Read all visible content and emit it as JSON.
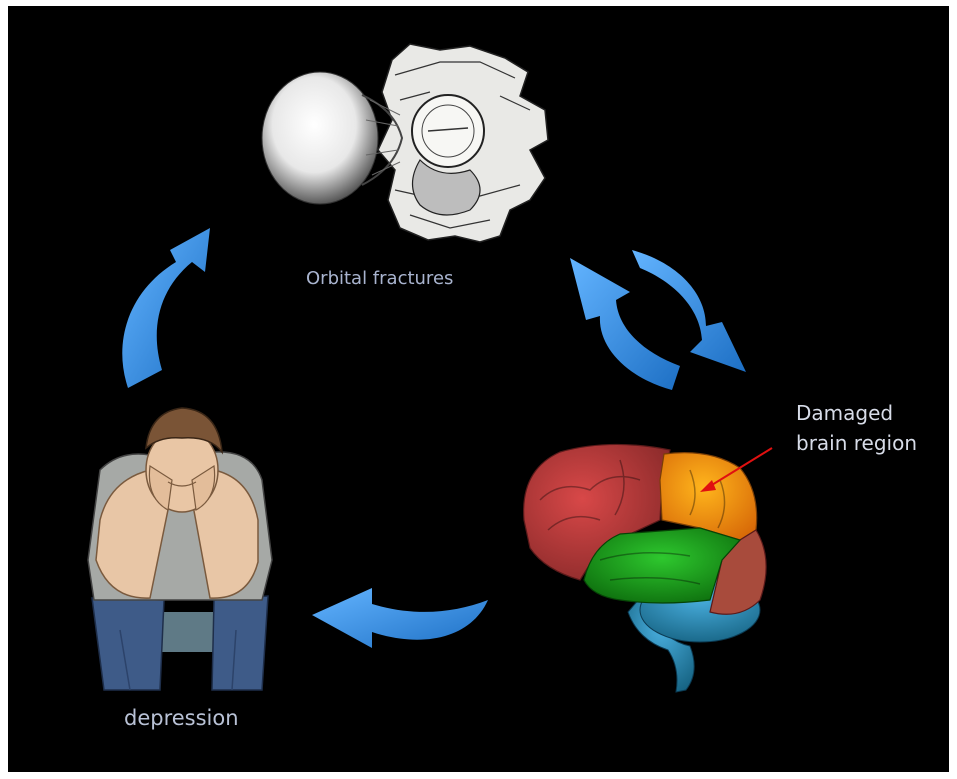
{
  "labels": {
    "orbital_fractures": "Orbital fractures",
    "depression": "depression",
    "damaged_brain_line1": "Damaged",
    "damaged_brain_line2": "brain region"
  },
  "colors": {
    "background": "#000000",
    "arrow": "#3d8fe0",
    "annotation_arrow": "#e01010",
    "brain_frontal": "#b23a3a",
    "brain_parietal_damaged": "#f08a10",
    "brain_temporal": "#1fa01f",
    "brain_occipital": "#a84b3c",
    "brain_cerebellum": "#2a86b8"
  },
  "icons": [
    "eye-socket-illustration",
    "depressed-man-illustration",
    "brain-illustration"
  ]
}
